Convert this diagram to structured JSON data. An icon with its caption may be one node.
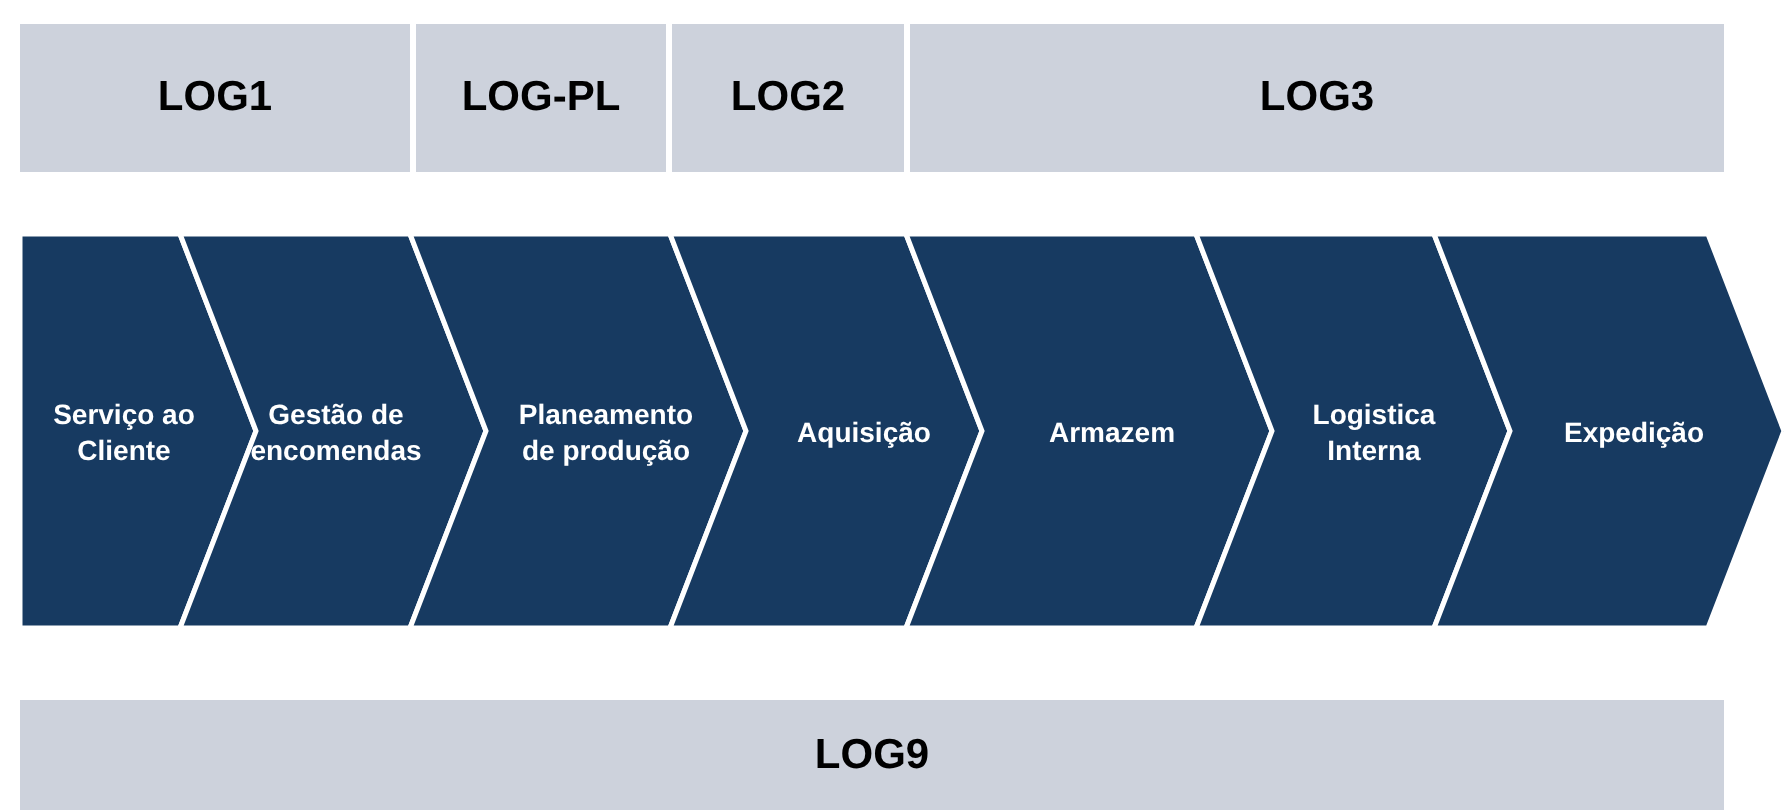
{
  "diagram": {
    "nodes": [
      {
        "text": [
          "LOG1"
        ]
      },
      {
        "text": [
          "LOG-PL"
        ]
      },
      {
        "text": [
          "LOG2"
        ]
      },
      {
        "text": [
          "LOG3"
        ]
      },
      {
        "text": [
          "Serviço ao Cliente"
        ]
      },
      {
        "text": [
          "Gestão de encomendas"
        ]
      },
      {
        "text": [
          "Planeamento de produção"
        ]
      },
      {
        "text": [
          "Aquisição"
        ]
      },
      {
        "text": [
          "Armazem"
        ]
      },
      {
        "text": [
          "Logistica Interna"
        ]
      },
      {
        "text": [
          "Expedição"
        ]
      },
      {
        "text": [
          "LOG9"
        ]
      }
    ],
    "edges": []
  }
}
